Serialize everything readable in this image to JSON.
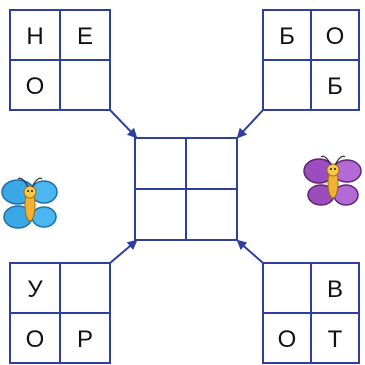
{
  "colors": {
    "grid": "#2e3f9e",
    "arrow": "#2e3f9e",
    "blue_butterfly": "#3aa7e6",
    "purple_butterfly": "#9b4dbe"
  },
  "puzzle": {
    "top_left": [
      "Н",
      "Е",
      "О",
      ""
    ],
    "top_right": [
      "Б",
      "О",
      "",
      "Б"
    ],
    "bottom_left": [
      "У",
      "",
      "О",
      "Р"
    ],
    "bottom_right": [
      "",
      "В",
      "О",
      "Т"
    ],
    "center": [
      "",
      "",
      "",
      ""
    ]
  },
  "decorations": {
    "left_icon": "blue-butterfly-icon",
    "right_icon": "purple-butterfly-icon"
  }
}
